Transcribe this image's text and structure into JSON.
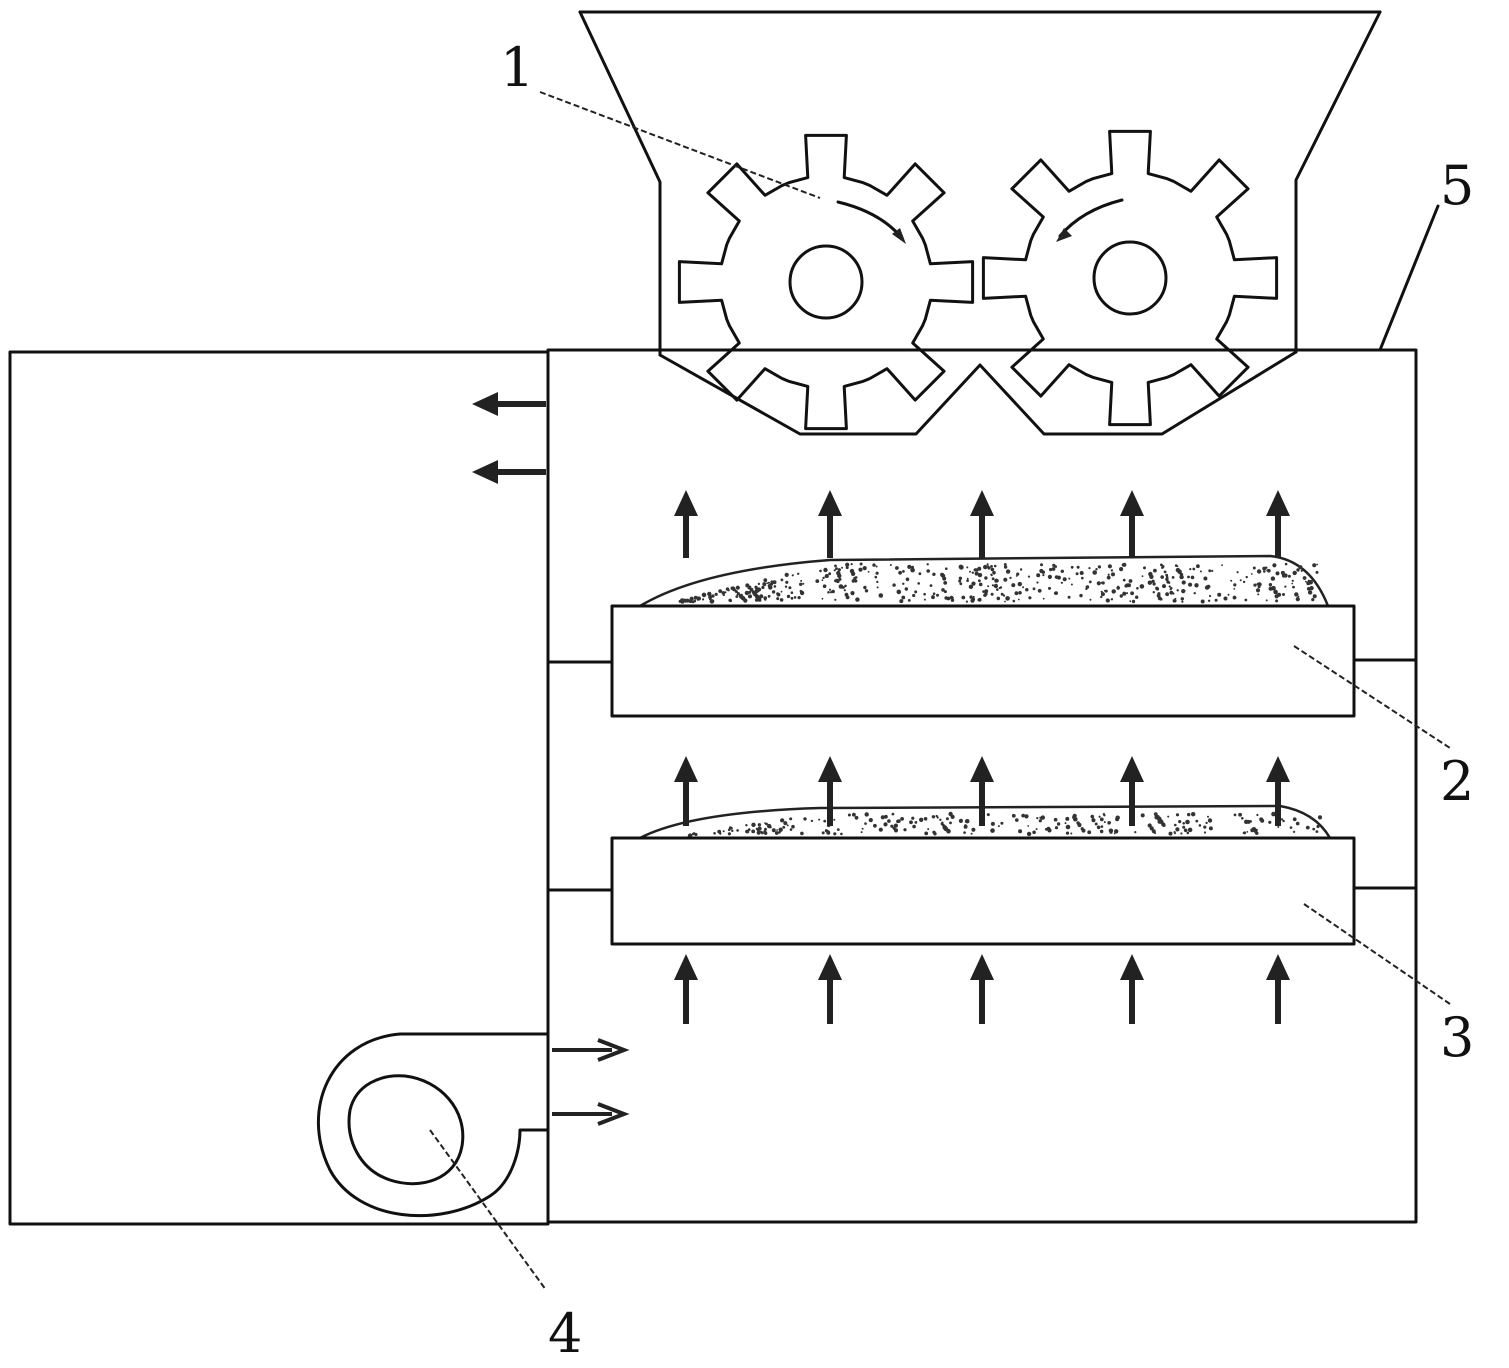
{
  "diagram": {
    "part_labels": {
      "crusher_gears": "1",
      "upper_plate": "2",
      "lower_plate": "3",
      "blower": "4",
      "housing": "5"
    },
    "colors": {
      "line": "#111111",
      "background": "#ffffff"
    }
  }
}
